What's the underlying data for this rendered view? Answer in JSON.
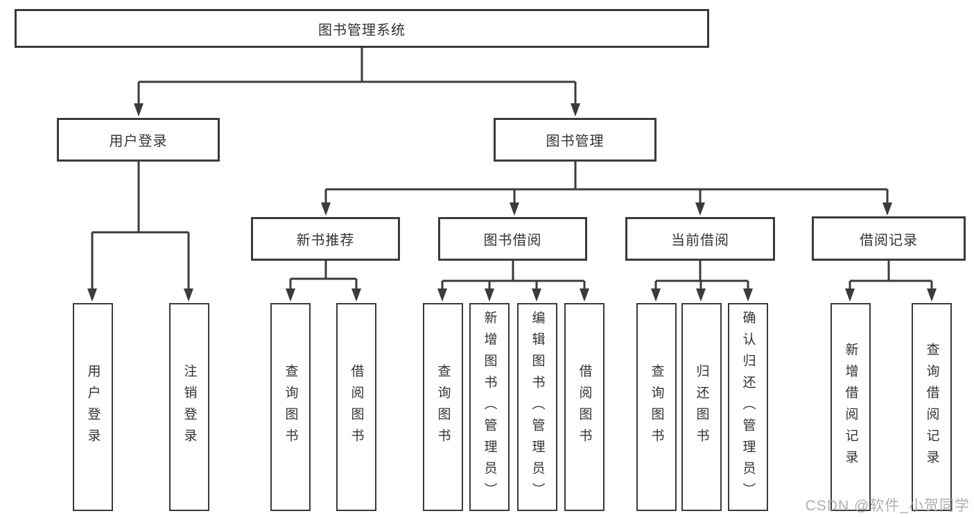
{
  "tree": {
    "label": "图书管理系统",
    "children": [
      {
        "label": "用户登录",
        "children": [
          {
            "label": "用户登录"
          },
          {
            "label": "注销登录"
          }
        ]
      },
      {
        "label": "图书管理",
        "children": [
          {
            "label": "新书推荐",
            "children": [
              {
                "label": "查询图书"
              },
              {
                "label": "借阅图书"
              }
            ]
          },
          {
            "label": "图书借阅",
            "children": [
              {
                "label": "查询图书"
              },
              {
                "label": "新增图书（管理员）"
              },
              {
                "label": "编辑图书（管理员）"
              },
              {
                "label": "借阅图书"
              }
            ]
          },
          {
            "label": "当前借阅",
            "children": [
              {
                "label": "查询图书"
              },
              {
                "label": "归还图书"
              },
              {
                "label": "确认归还（管理员）"
              }
            ]
          },
          {
            "label": "借阅记录",
            "children": [
              {
                "label": "新增借阅记录"
              },
              {
                "label": "查询借阅记录"
              }
            ]
          }
        ]
      }
    ]
  },
  "watermark": "CSDN @软件_小贺同学",
  "colors": {
    "line": "#3b3b3b",
    "text": "#333333",
    "background": "#ffffff",
    "watermark": "#a3a3a3"
  }
}
